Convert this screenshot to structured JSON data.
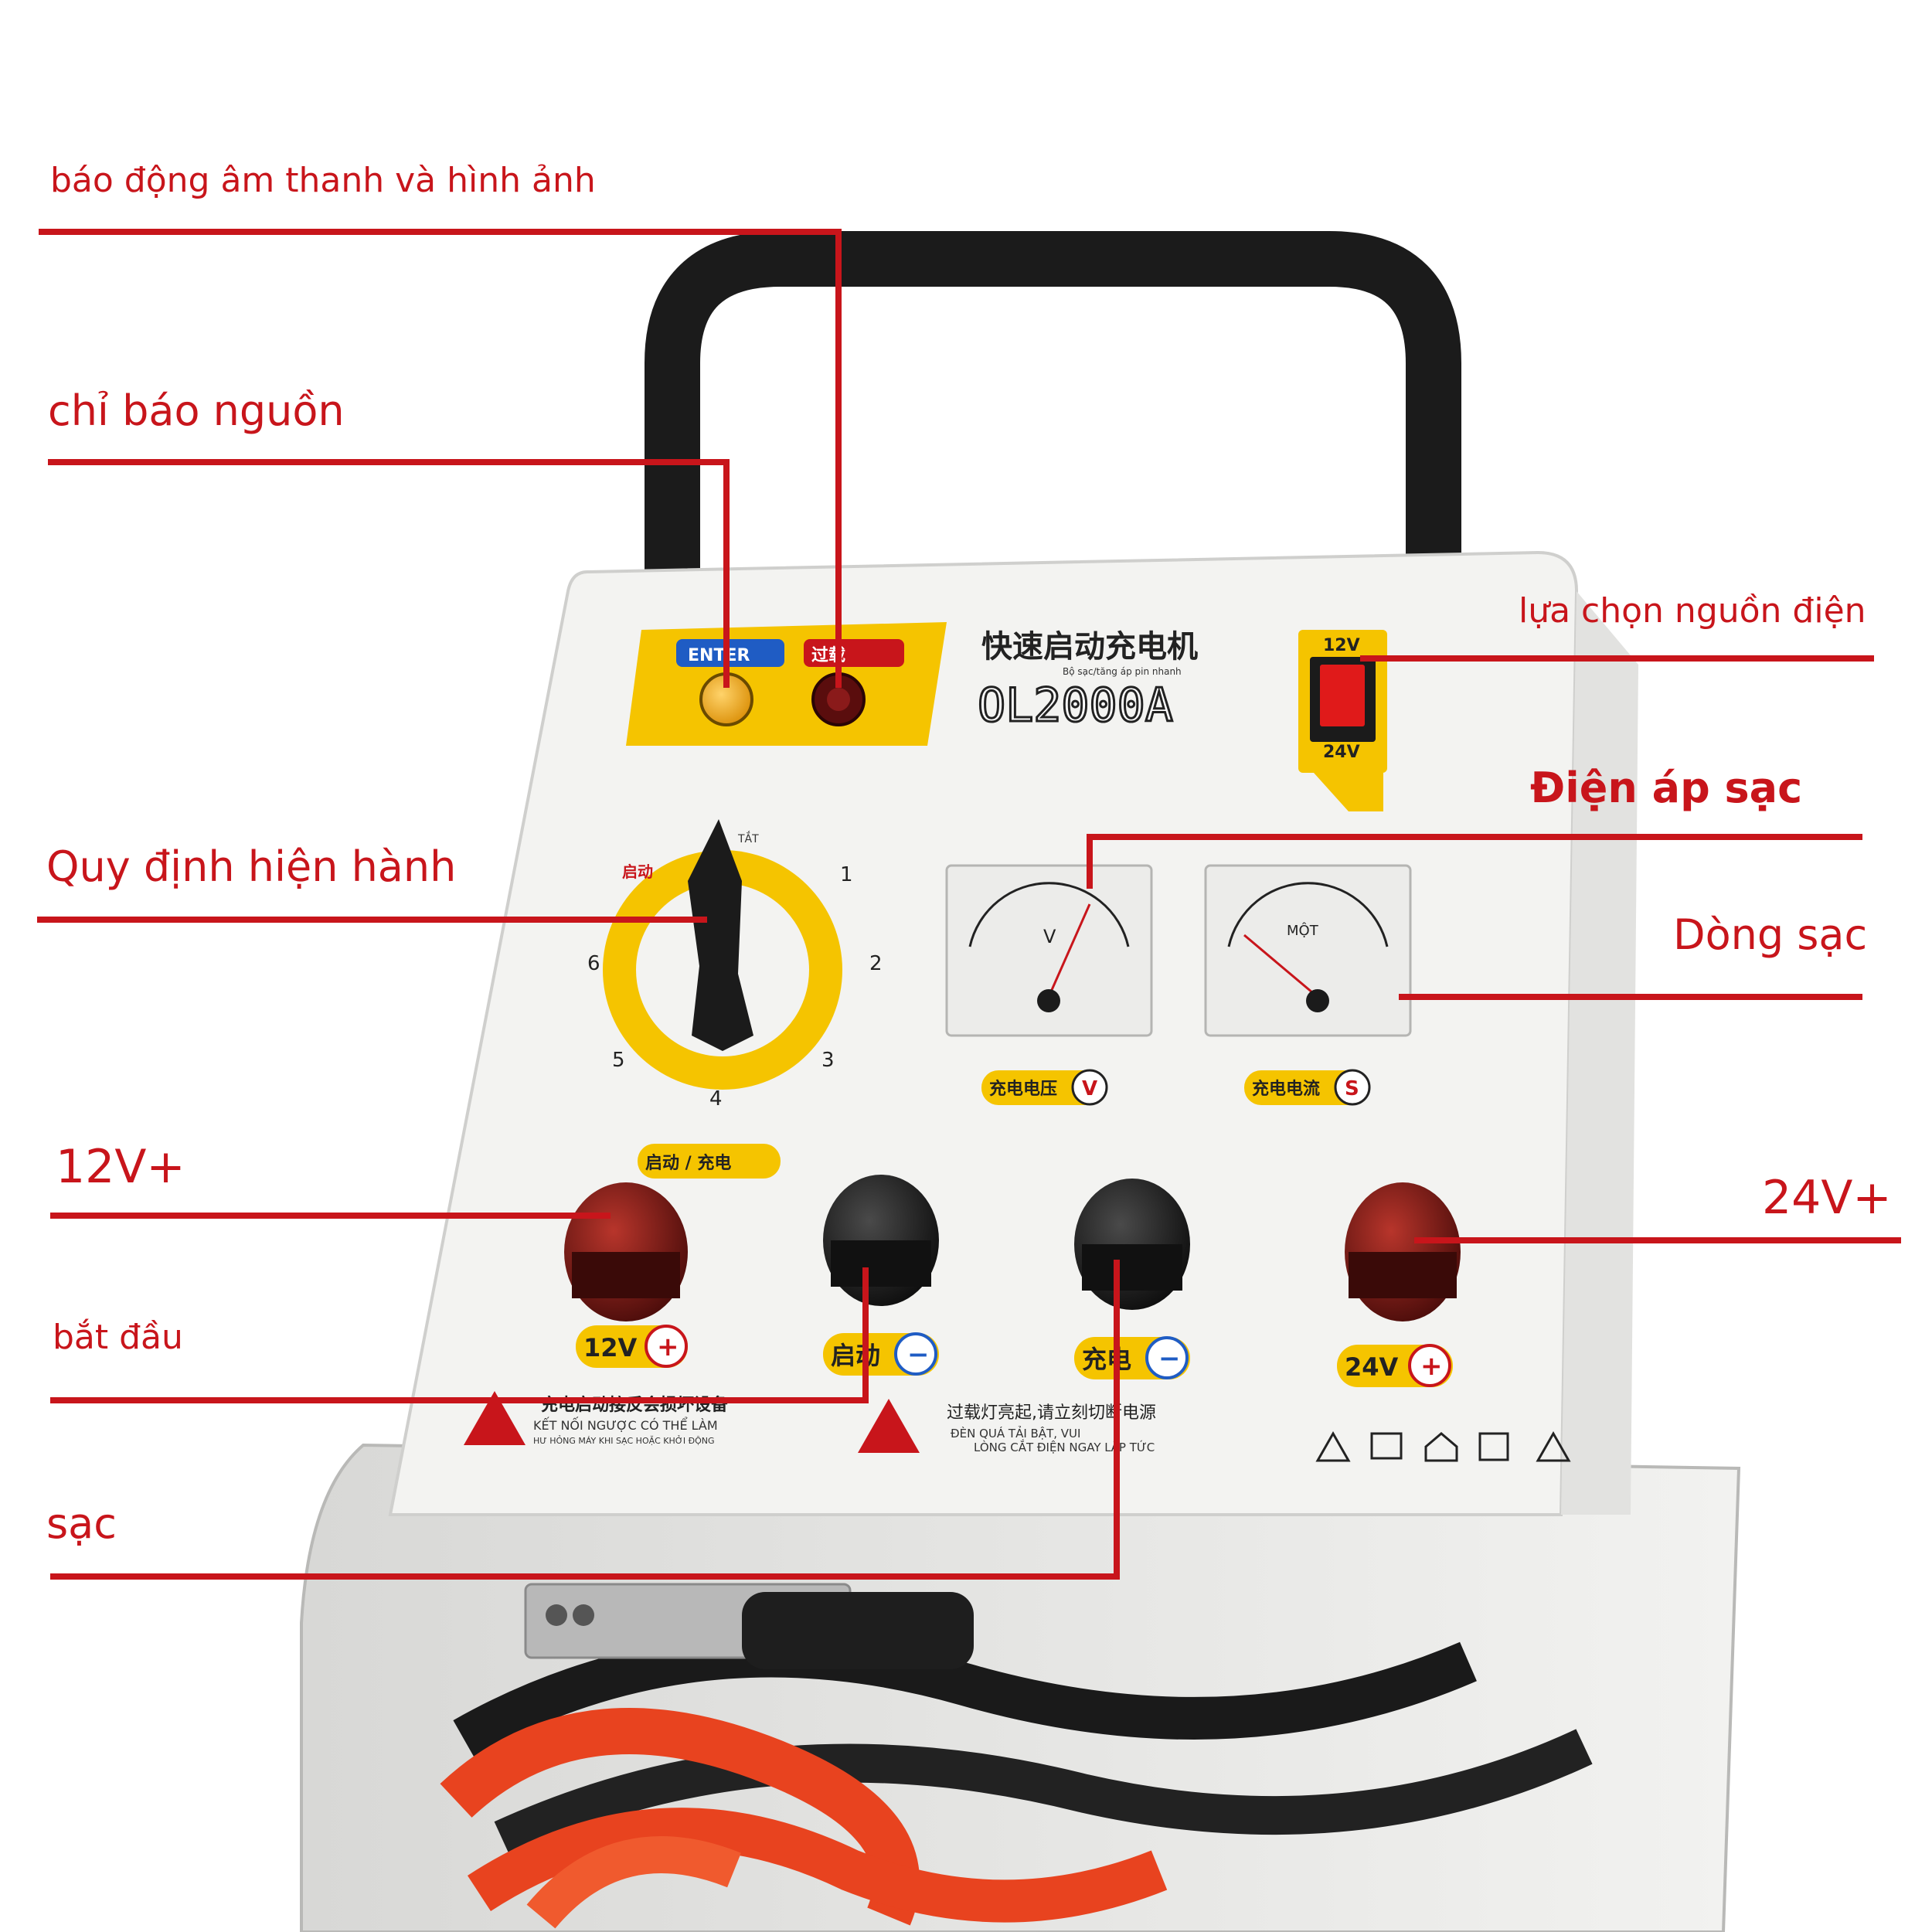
{
  "callouts": {
    "alarm": "báo động âm thanh và hình ảnh",
    "power_indicator": "chỉ báo nguồn",
    "current_regulation": "Quy định hiện hành",
    "power_selection": "lựa chọn nguồn điện",
    "charge_voltage": "Điện áp sạc",
    "charge_current": "Dòng sạc",
    "plus_12v": "12V+",
    "plus_24v": "24V+",
    "start": "bắt đầu",
    "charge": "sạc"
  },
  "device": {
    "title_cn": "快速启动充电机",
    "subtitle_vn": "Bộ sạc/tăng áp pin nhanh",
    "model": "OL2000A",
    "enter_label": "ENTER",
    "thermal_label": "过载",
    "switch_top": "12V",
    "switch_bottom": "24V",
    "knob_start": "启动",
    "knob_off": "TẮT",
    "dial_numbers": [
      "1",
      "2",
      "3",
      "4",
      "5",
      "6"
    ],
    "meter_v_symbol": "V",
    "meter_a_symbol": "MỘT",
    "meter_v_label": "充电电压",
    "meter_a_label": "充电电流",
    "meter_v_icon": "V",
    "meter_a_icon": "S",
    "mode_label": "启动 / 充电",
    "term_12v": "12V",
    "term_start": "启动",
    "term_charge": "充电",
    "term_24v": "24V",
    "warn1_cn": "充电启动接反会损坏设备",
    "warn1_vn1": "KẾT NỐI NGƯỢC CÓ THỂ LÀM",
    "warn1_vn2": "HƯ HỎNG MÁY KHI SẠC HOẶC KHỞI ĐỘNG",
    "warn2_cn": "过载灯亮起,请立刻切断电源",
    "warn2_vn1": "ĐÈN QUÁ TẢI BẬT, VUI",
    "warn2_vn2": "LÒNG CẮT ĐIỆN NGAY LẬP TỨC"
  },
  "colors": {
    "accent_red": "#c8151b",
    "panel_yellow": "#f5c400",
    "panel_white": "#f3f3f1",
    "handle_black": "#1b1b1b",
    "cable_orange": "#e8431f"
  }
}
